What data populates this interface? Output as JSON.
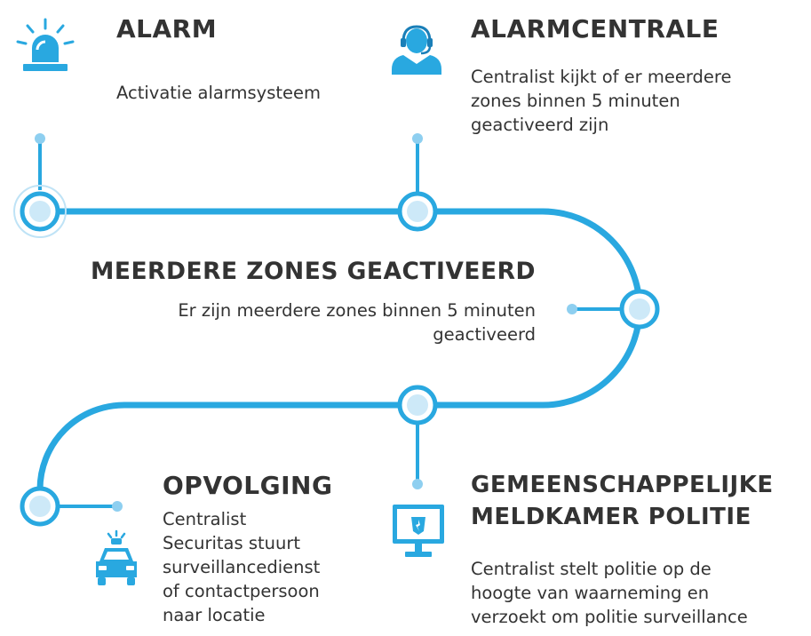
{
  "colors": {
    "accent": "#29a8e0",
    "node_fill": "#cde9f8",
    "text": "#333333"
  },
  "steps": {
    "alarm": {
      "title": "ALARM",
      "lines": [
        "Activatie alarmsysteem"
      ],
      "icon": "alarm-siren-icon"
    },
    "alarmcentrale": {
      "title": "ALARMCENTRALE",
      "lines": [
        "Centralist kijkt of er meerdere",
        "zones binnen 5 minuten",
        "geactiveerd zijn"
      ],
      "icon": "operator-headset-icon"
    },
    "meerdere_zones": {
      "title": "MEERDERE ZONES GEACTIVEERD",
      "lines": [
        "Er zijn meerdere zones binnen 5 minuten",
        "geactiveerd"
      ]
    },
    "opvolging": {
      "title": "OPVOLGING",
      "lines": [
        "Centralist",
        "Securitas stuurt",
        "surveillancedienst",
        "of contactpersoon",
        "naar locatie"
      ],
      "icon": "patrol-car-icon"
    },
    "meldkamer": {
      "title_lines": [
        "GEMEENSCHAPPELIJKE",
        "MELDKAMER POLITIE"
      ],
      "lines": [
        "Centralist stelt politie op de",
        "hoogte van waarneming en",
        "verzoekt om politie surveillance"
      ],
      "icon": "monitor-police-icon"
    }
  }
}
